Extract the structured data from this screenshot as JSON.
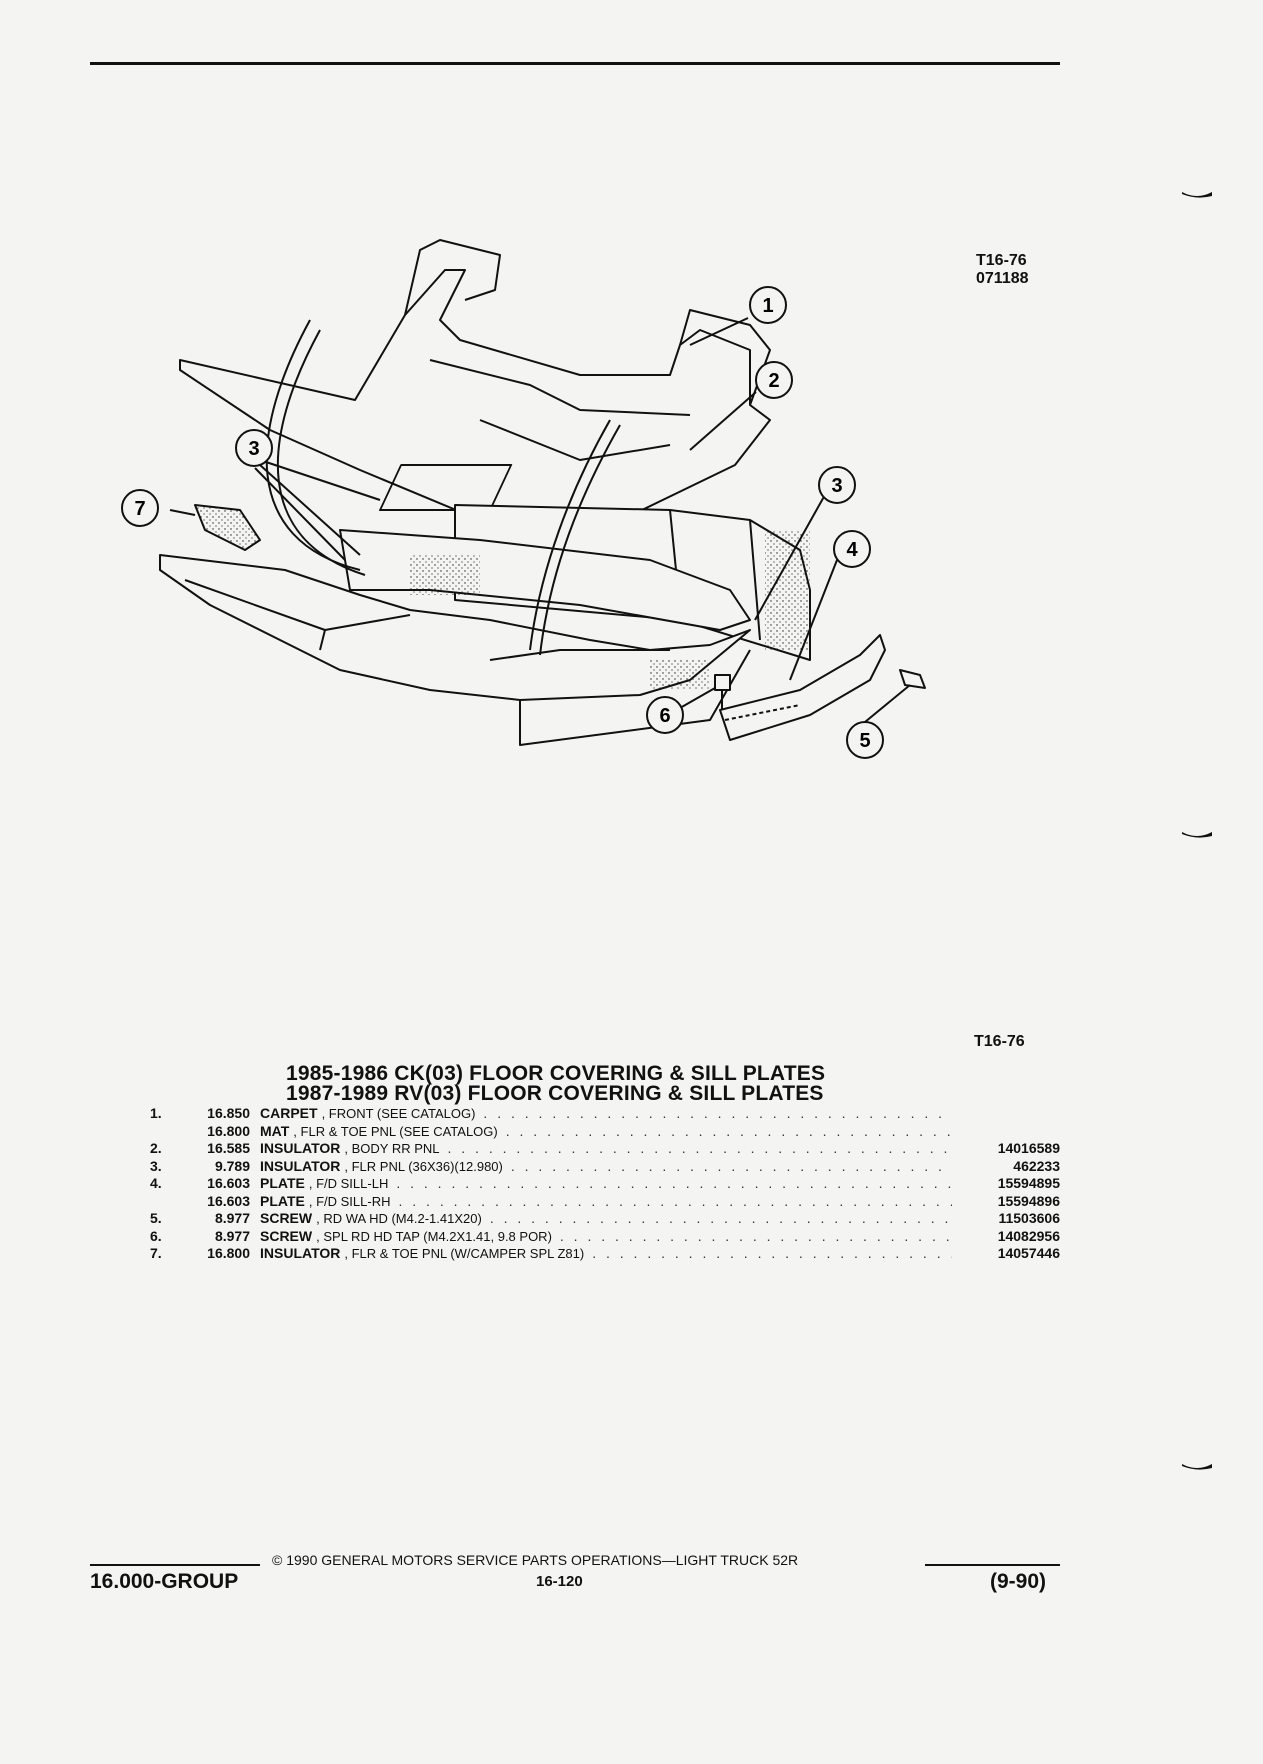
{
  "figure_code": "T16-76",
  "figure_date": "071188",
  "figure_code_repeat": "T16-76",
  "callouts": [
    "1",
    "2",
    "3",
    "3",
    "4",
    "5",
    "6",
    "7"
  ],
  "titles": [
    "1985-1986 CK(03) FLOOR COVERING & SILL PLATES",
    "1987-1989 RV(03) FLOOR COVERING & SILL PLATES"
  ],
  "parts": [
    {
      "item": "1.",
      "group": "16.850",
      "name": "CARPET",
      "detail": ", FRONT (SEE CATALOG)",
      "part_no": ""
    },
    {
      "item": "",
      "group": "16.800",
      "name": "MAT",
      "detail": ", FLR & TOE PNL (SEE CATALOG)",
      "part_no": ""
    },
    {
      "item": "2.",
      "group": "16.585",
      "name": "INSULATOR",
      "detail": ", BODY RR PNL",
      "part_no": "14016589"
    },
    {
      "item": "3.",
      "group": "9.789",
      "name": "INSULATOR",
      "detail": ", FLR PNL (36X36)(12.980)",
      "part_no": "462233"
    },
    {
      "item": "4.",
      "group": "16.603",
      "name": "PLATE",
      "detail": ", F/D SILL-LH",
      "part_no": "15594895"
    },
    {
      "item": "",
      "group": "16.603",
      "name": "PLATE",
      "detail": ", F/D SILL-RH",
      "part_no": "15594896"
    },
    {
      "item": "5.",
      "group": "8.977",
      "name": "SCREW",
      "detail": ", RD WA HD (M4.2-1.41X20)",
      "part_no": "11503606"
    },
    {
      "item": "6.",
      "group": "8.977",
      "name": "SCREW",
      "detail": ", SPL RD HD TAP (M4.2X1.41, 9.8 POR)",
      "part_no": "14082956"
    },
    {
      "item": "7.",
      "group": "16.800",
      "name": "INSULATOR",
      "detail": ", FLR & TOE PNL (W/CAMPER SPL Z81)",
      "part_no": "14057446"
    }
  ],
  "footer": {
    "copyright": "© 1990 GENERAL MOTORS SERVICE PARTS OPERATIONS—LIGHT TRUCK 52R",
    "group": "16.000-GROUP",
    "page": "16-120",
    "date_code": "(9-90)"
  }
}
